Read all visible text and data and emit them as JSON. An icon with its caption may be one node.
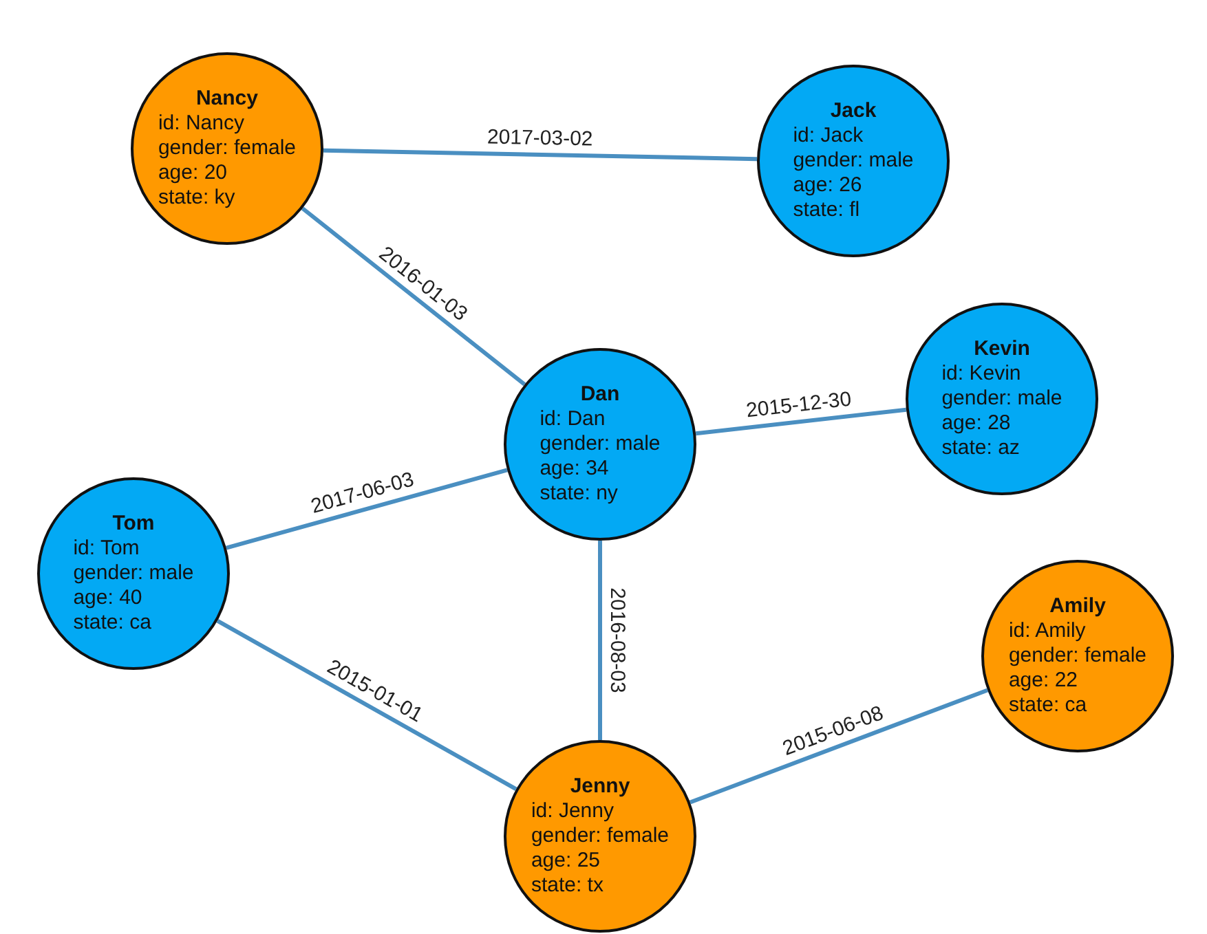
{
  "diagram": {
    "nodes": [
      {
        "text": [
          "Nancy",
          "id: Nancy",
          "gender: female",
          "age: 20",
          "state: ky"
        ]
      },
      {
        "text": [
          "Jack",
          "id: Jack",
          "gender: male",
          "age: 26",
          "state: fl"
        ]
      },
      {
        "text": [
          "Dan",
          "id: Dan",
          "gender: male",
          "age: 34",
          "state: ny"
        ]
      },
      {
        "text": [
          "Kevin",
          "id: Kevin",
          "gender: male",
          "age: 28",
          "state: az"
        ]
      },
      {
        "text": [
          "Tom",
          "id: Tom",
          "gender: male",
          "age: 40",
          "state: ca"
        ]
      },
      {
        "text": [
          "Amily",
          "id: Amily",
          "gender: female",
          "age: 22",
          "state: ca"
        ]
      },
      {
        "text": [
          "Jenny",
          "id: Jenny",
          "gender: female",
          "age: 25",
          "state: tx"
        ]
      }
    ],
    "edges": [
      {
        "from": 0,
        "to": 1,
        "arrow": "none",
        "label": "2017-03-02"
      },
      {
        "from": 0,
        "to": 2,
        "arrow": "none",
        "label": "2016-01-03"
      },
      {
        "from": 2,
        "to": 3,
        "arrow": "none",
        "label": "2015-12-30"
      },
      {
        "from": 4,
        "to": 2,
        "arrow": "none",
        "label": "2017-06-03"
      },
      {
        "from": 4,
        "to": 6,
        "arrow": "none",
        "label": "2015-01-01"
      },
      {
        "from": 2,
        "to": 6,
        "arrow": "none",
        "label": "2016-08-03"
      },
      {
        "from": 6,
        "to": 5,
        "arrow": "none",
        "label": "2015-06-08"
      }
    ]
  }
}
